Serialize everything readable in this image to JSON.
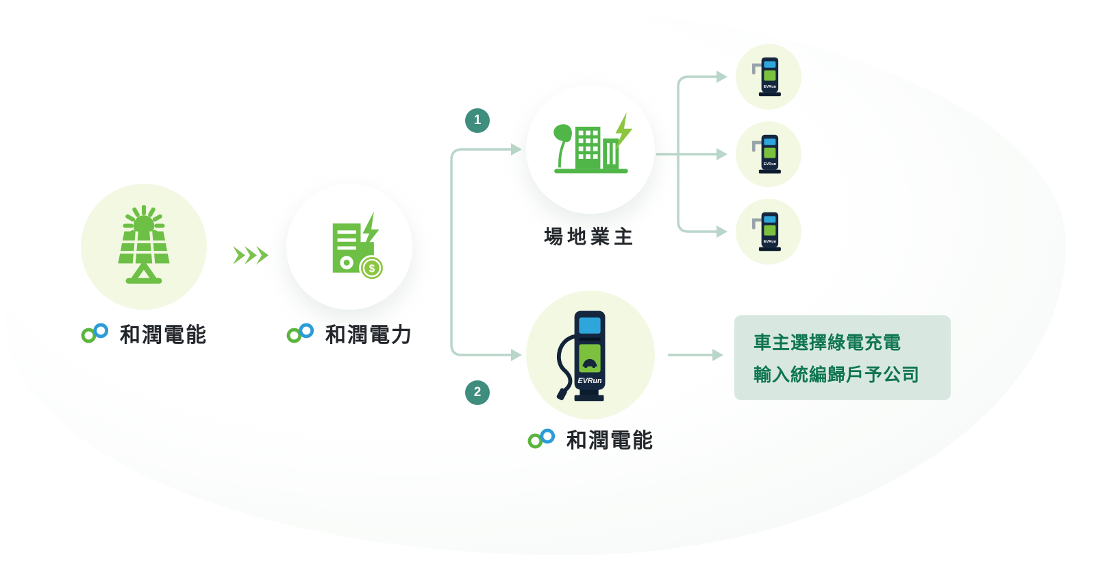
{
  "flow": {
    "source_node": {
      "brand": "和潤電能"
    },
    "power_node": {
      "brand": "和潤電力",
      "coin_symbol": "$"
    },
    "branch1": {
      "badge": "1",
      "label": "場地業主",
      "charger_count": 3
    },
    "branch2": {
      "badge": "2",
      "brand": "和潤電能"
    },
    "info_box": {
      "line1": "車主選擇綠電充電",
      "line2": "輸入統編歸戶予公司"
    }
  },
  "charger": {
    "brand": "EVRun"
  },
  "icons": [
    "solar-panel-icon",
    "power-plant-icon",
    "site-buildings-icon",
    "ev-charger-icon",
    "small-charger-icon",
    "brand-logo-icon",
    "flow-chevrons-icon",
    "lightning-icon",
    "dollar-coin-icon"
  ],
  "colors": {
    "green": "#6dbf45",
    "bright_green": "#8cc540",
    "teal_badge": "#3e8d7d",
    "connector": "#b9d6c9",
    "pale_circle": "#f3f8e3",
    "box_bg": "#d8e8e0",
    "box_text": "#0e7550",
    "dark_text": "#23272b",
    "charger_body": "#15273f",
    "screen_blue": "#2ea6dc",
    "logo_green": "#5bb53c",
    "logo_blue": "#2b9cd8"
  }
}
